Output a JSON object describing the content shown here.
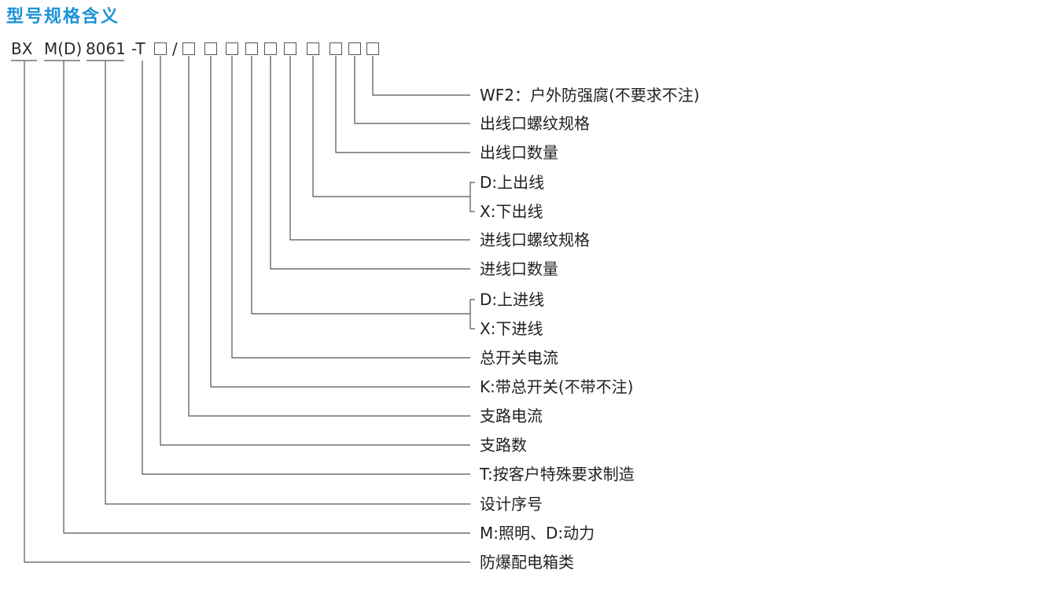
{
  "title": "型号规格含义",
  "model": {
    "bx": "BX",
    "md": "M(D)",
    "series": "8061",
    "t": "-T",
    "slash": "/"
  },
  "descriptions": [
    "WF2：户外防强腐(不要求不注)",
    "出线口螺纹规格",
    "出线口数量",
    "D:上出线",
    "X:下出线",
    "进线口螺纹规格",
    "进线口数量",
    "D:上进线",
    "X:下进线",
    "总开关电流",
    "K:带总开关(不带不注)",
    "支路电流",
    "支路数",
    "T:按客户特殊要求制造",
    "设计序号",
    "M:照明、D:动力",
    "防爆配电箱类"
  ],
  "colors": {
    "title": "#1a93d6",
    "line": "#555555",
    "text": "#222222"
  }
}
